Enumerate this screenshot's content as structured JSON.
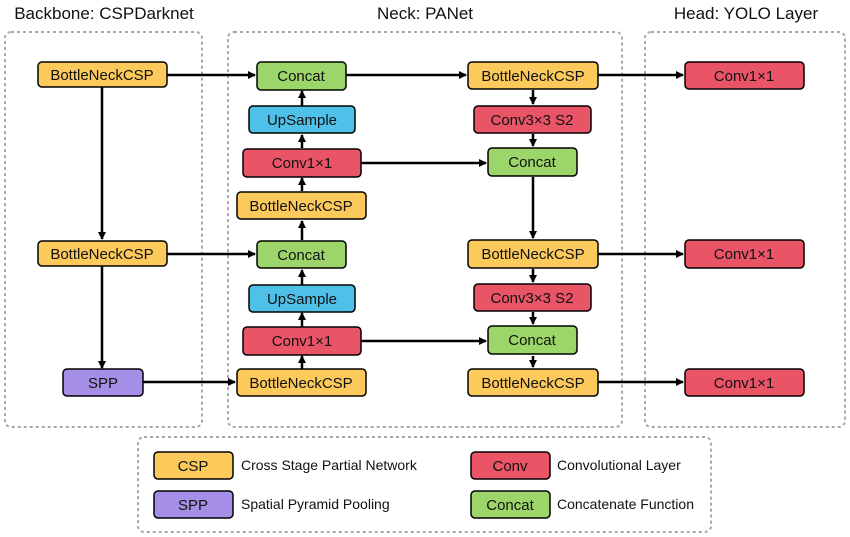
{
  "titles": {
    "backbone": "Backbone: CSPDarknet",
    "neck": "Neck: PANet",
    "head": "Head: YOLO Layer"
  },
  "colors": {
    "csp": "#fcc95b",
    "conv": "#ea5467",
    "concat": "#9cd66a",
    "upsample": "#4fc0e8",
    "spp": "#a58fe6",
    "border": "#000000",
    "region_border": "#a8a8a8"
  },
  "nodes": {
    "bb_csp_1": "BottleNeckCSP",
    "bb_csp_2": "BottleNeckCSP",
    "bb_spp": "SPP",
    "nk_concat_1": "Concat",
    "nk_upsample_1": "UpSample",
    "nk_conv_1": "Conv1×1",
    "nk_csp_1": "BottleNeckCSP",
    "nk_concat_2": "Concat",
    "nk_upsample_2": "UpSample",
    "nk_conv_2": "Conv1×1",
    "nk_csp_2": "BottleNeckCSP",
    "nk_csp_3": "BottleNeckCSP",
    "nk_conv3_1": "Conv3×3 S2",
    "nk_concat_3": "Concat",
    "nk_csp_4": "BottleNeckCSP",
    "nk_conv3_2": "Conv3×3 S2",
    "nk_concat_4": "Concat",
    "nk_csp_5": "BottleNeckCSP",
    "hd_conv_1": "Conv1×1",
    "hd_conv_2": "Conv1×1",
    "hd_conv_3": "Conv1×1"
  },
  "legend": {
    "csp_key": "CSP",
    "csp_desc": "Cross Stage Partial Network",
    "spp_key": "SPP",
    "spp_desc": "Spatial Pyramid Pooling",
    "conv_key": "Conv",
    "conv_desc": "Convolutional Layer",
    "concat_key": "Concat",
    "concat_desc": "Concatenate Function"
  }
}
